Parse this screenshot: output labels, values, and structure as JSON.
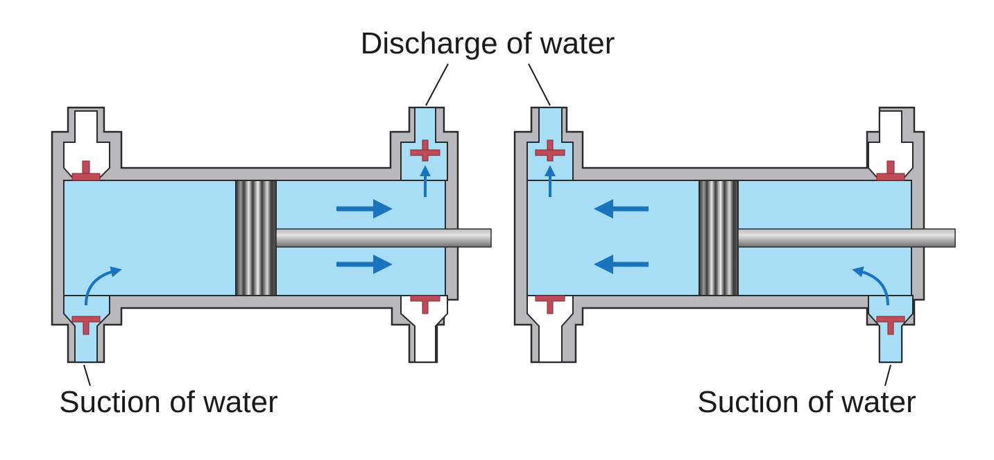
{
  "labels": {
    "discharge": "Discharge of water",
    "suction_left": "Suction of water",
    "suction_right": "Suction of water"
  },
  "colors": {
    "water": "#a7def5",
    "wall": "#b9b9bd",
    "outline": "#2b2b2b",
    "valve": "#c04a58",
    "arrow": "#1a74bd",
    "rod": "#8c8c8c",
    "piston_dark": "#3b3b3b",
    "piston_light": "#e6e6e6"
  }
}
